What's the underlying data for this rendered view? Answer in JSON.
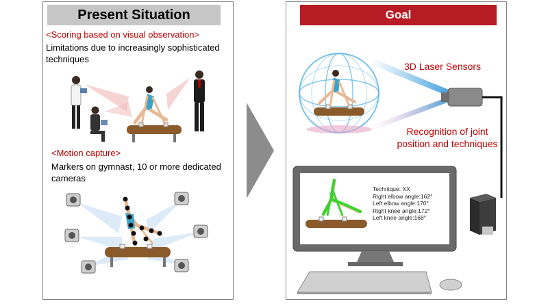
{
  "left_panel": {
    "header": "Present Situation",
    "section1": {
      "heading": "<Scoring based on visual observation>",
      "description": "Limitations due to increasingly sophisticated techniques"
    },
    "section2": {
      "heading": "<Motion capture>",
      "description": "Markers on gymnast, 10 or more dedicated cameras"
    }
  },
  "right_panel": {
    "header": "Goal",
    "laser_label": "3D Laser Sensors",
    "recognition_label": "Recognition of joint position and techniques",
    "screen_readout": [
      "Technique: XX",
      "Right elbow angle:162°",
      "Left elbow angle:170°",
      "Right knee angle:172°",
      "Left knee angle:168°"
    ]
  },
  "colors": {
    "goal_header": "#b71c24",
    "present_header": "#c6c6c6",
    "red_text": "#c00000",
    "arrow": "#8c8c8c",
    "skeleton_green": "#39d42c",
    "laser_blue": "#4aa3df"
  },
  "icons": {
    "transition": "right-arrow-icon",
    "sensor": "laser-sensor-icon",
    "computer": "computer-tower-icon",
    "monitor": "monitor-icon",
    "keyboard": "keyboard-icon",
    "mouse": "mouse-icon",
    "camera": "camera-icon"
  }
}
